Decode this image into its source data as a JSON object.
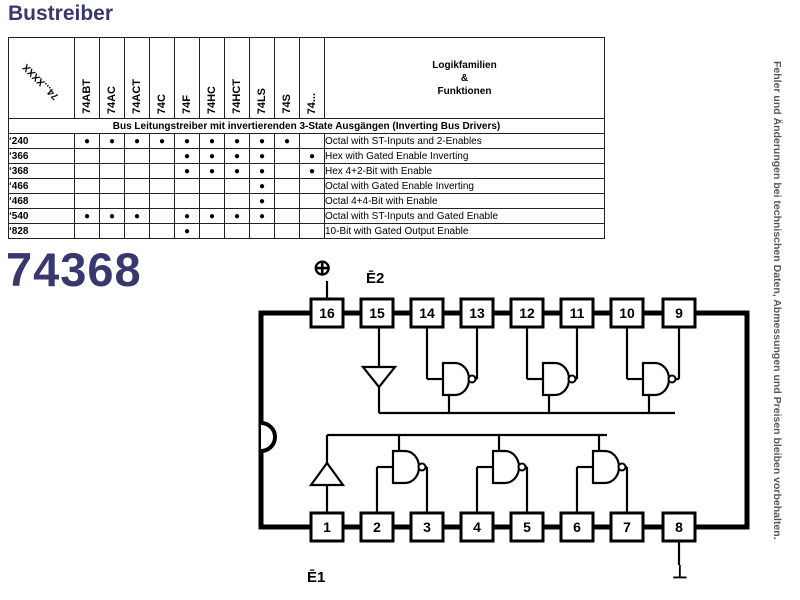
{
  "page_title": "Bustreiber",
  "chip_number": "74368",
  "disclaimer": "Fehler und Änderungen bei technischen Daten, Abmessungen und Preisen bleiben vorbehalten.",
  "table": {
    "part_col_header": "74...XXXX",
    "families": [
      "74ABT",
      "74AC",
      "74ACT",
      "74C",
      "74F",
      "74HC",
      "74HCT",
      "74LS",
      "74S",
      "74..."
    ],
    "title_line1": "Logikfamilien",
    "title_line2": "&",
    "title_line3": "Funktionen",
    "section_title": "Bus Leitungstreiber mit invertierenden 3-State Ausgängen (Inverting Bus Drivers)",
    "dot_symbol": "●",
    "rows": [
      {
        "part": "‘240",
        "dots": [
          1,
          1,
          1,
          1,
          1,
          1,
          1,
          1,
          1,
          0
        ],
        "function": "Octal with ST-Inputs and 2-Enables"
      },
      {
        "part": "‘366",
        "dots": [
          0,
          0,
          0,
          0,
          1,
          1,
          1,
          1,
          0,
          1
        ],
        "function": "Hex with Gated Enable Inverting"
      },
      {
        "part": "‘368",
        "dots": [
          0,
          0,
          0,
          0,
          1,
          1,
          1,
          1,
          0,
          1
        ],
        "function": "Hex 4+2-Bit with Enable"
      },
      {
        "part": "‘466",
        "dots": [
          0,
          0,
          0,
          0,
          0,
          0,
          0,
          1,
          0,
          0
        ],
        "function": "Octal with Gated Enable Inverting"
      },
      {
        "part": "‘468",
        "dots": [
          0,
          0,
          0,
          0,
          0,
          0,
          0,
          1,
          0,
          0
        ],
        "function": "Octal 4+4-Bit with Enable"
      },
      {
        "part": "‘540",
        "dots": [
          1,
          1,
          1,
          0,
          1,
          1,
          1,
          1,
          0,
          0
        ],
        "function": "Octal with ST-Inputs and Gated Enable"
      },
      {
        "part": "‘828",
        "dots": [
          0,
          0,
          0,
          0,
          1,
          0,
          0,
          0,
          0,
          0
        ],
        "function": "10-Bit with Gated Output Enable"
      }
    ]
  },
  "pinout": {
    "top_pins": [
      "16",
      "15",
      "14",
      "13",
      "12",
      "11",
      "10",
      "9"
    ],
    "bottom_pins": [
      "1",
      "2",
      "3",
      "4",
      "5",
      "6",
      "7",
      "8"
    ],
    "vcc_symbol": "⊕",
    "gnd_symbol": "⊥",
    "enable2_label": "Ē2",
    "enable1_label": "Ē1"
  }
}
